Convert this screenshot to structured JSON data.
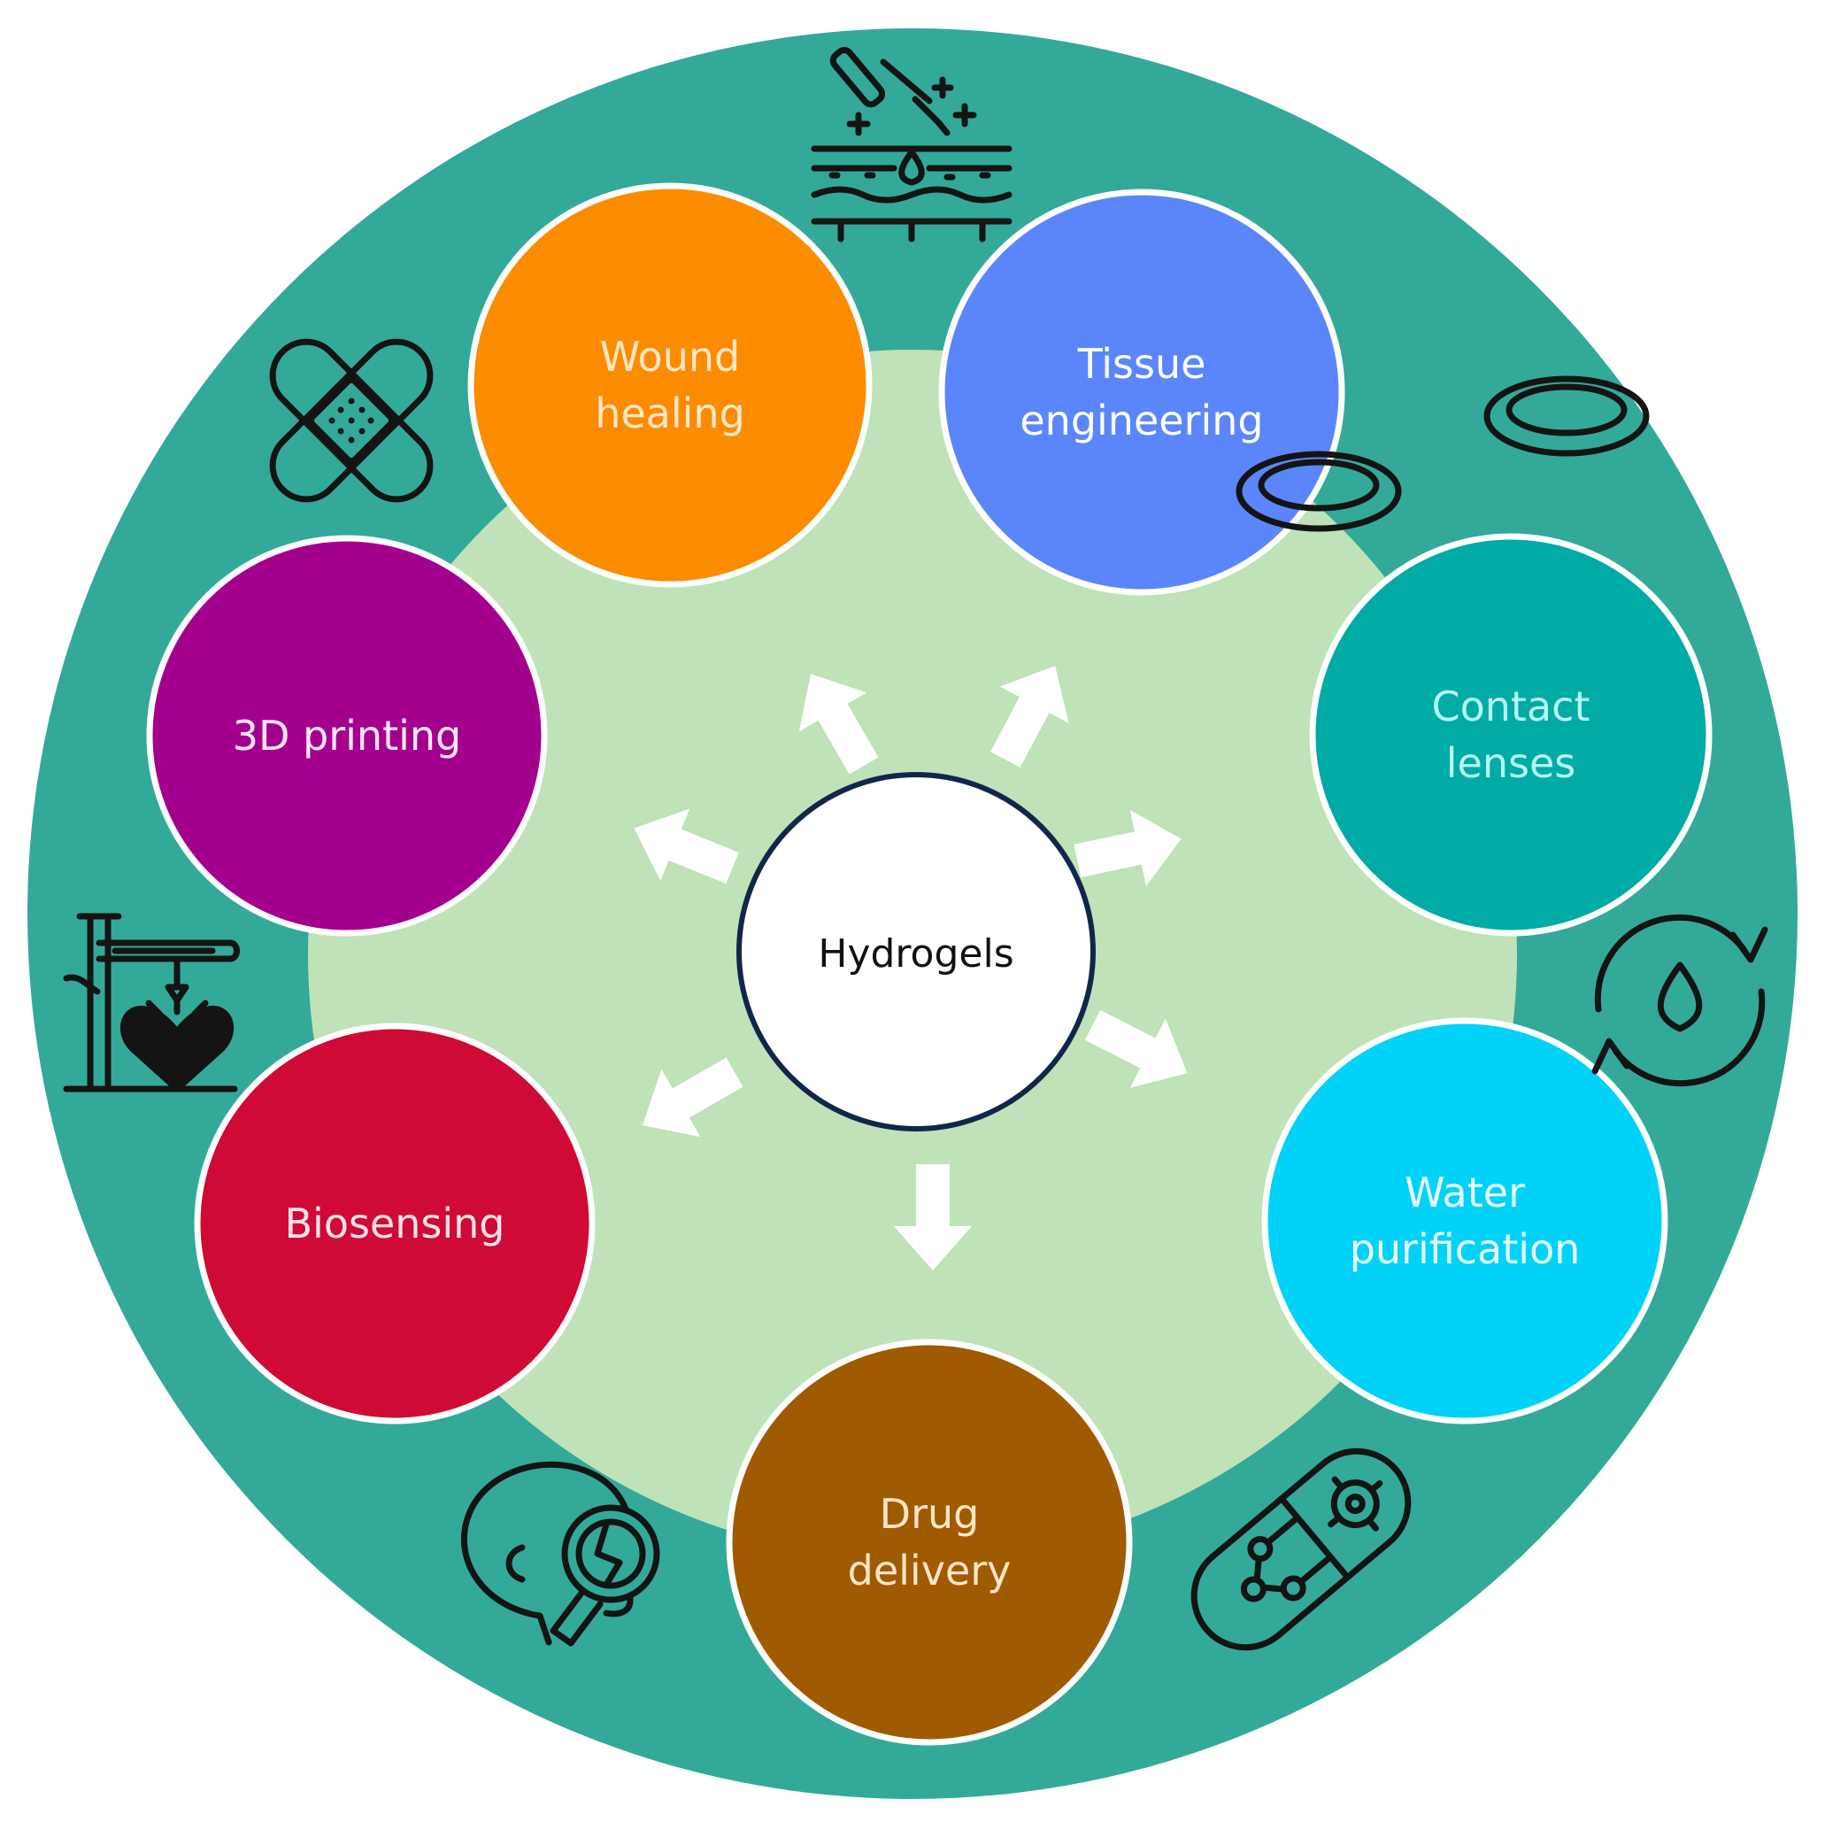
{
  "center": {
    "label": "Hydrogels"
  },
  "applications": [
    {
      "lines": [
        "Wound",
        "healing"
      ],
      "color": "#fb8c00",
      "text_color": "#ffe7c7"
    },
    {
      "lines": [
        "Tissue",
        "engineering"
      ],
      "color": "#5b86fb",
      "text_color": "#ffffff"
    },
    {
      "lines": [
        "Contact",
        "lenses"
      ],
      "color": "#00aba5",
      "text_color": "#b7f7f3"
    },
    {
      "lines": [
        "Water",
        "purification"
      ],
      "color": "#00d2f8",
      "text_color": "#e8fcff"
    },
    {
      "lines": [
        "Drug",
        "delivery"
      ],
      "color": "#a05a00",
      "text_color": "#ffe6c8"
    },
    {
      "lines": [
        "Biosensing"
      ],
      "color": "#cf0a35",
      "text_color": "#ffe3ea"
    },
    {
      "lines": [
        "3D printing"
      ],
      "color": "#a4008e",
      "text_color": "#ffe7fb"
    }
  ],
  "icons": [
    "eye-dropper-skin-icon",
    "contact-lenses-icon",
    "water-recycle-icon",
    "smart-patch-icon",
    "head-magnifier-icon",
    "bioprinter-heart-icon",
    "bandage-icon"
  ],
  "colors": {
    "outer_ring": "#33a99a",
    "inner_disc": "#bfe2b8",
    "center_border": "#11264a",
    "arrow": "#ffffff",
    "icon_stroke": "#141414"
  }
}
